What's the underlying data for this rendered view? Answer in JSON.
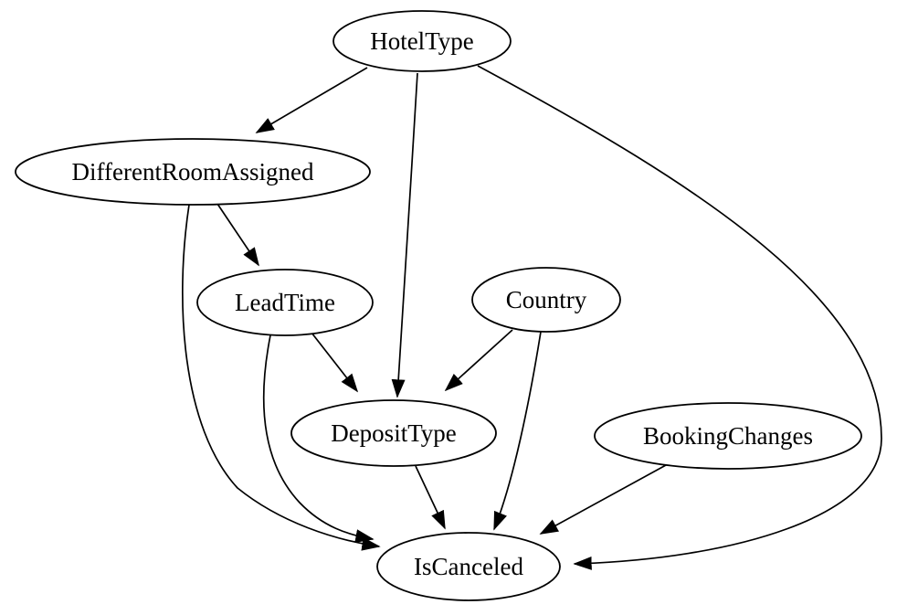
{
  "diagram": {
    "title": "hotel-booking-cancellation-causal-graph",
    "type": "directed-graph",
    "background_color": "#ffffff",
    "node_fill_color": "#ffffff",
    "node_stroke_color": "#000000",
    "edge_color": "#000000",
    "text_color": "#000000",
    "nodes": [
      {
        "id": "HotelType",
        "label": "HotelType"
      },
      {
        "id": "DifferentRoomAssigned",
        "label": "DifferentRoomAssigned"
      },
      {
        "id": "LeadTime",
        "label": "LeadTime"
      },
      {
        "id": "Country",
        "label": "Country"
      },
      {
        "id": "DepositType",
        "label": "DepositType"
      },
      {
        "id": "BookingChanges",
        "label": "BookingChanges"
      },
      {
        "id": "IsCanceled",
        "label": "IsCanceled"
      }
    ],
    "edges": [
      {
        "from": "HotelType",
        "to": "DifferentRoomAssigned"
      },
      {
        "from": "HotelType",
        "to": "DepositType"
      },
      {
        "from": "HotelType",
        "to": "IsCanceled"
      },
      {
        "from": "DifferentRoomAssigned",
        "to": "LeadTime"
      },
      {
        "from": "DifferentRoomAssigned",
        "to": "IsCanceled"
      },
      {
        "from": "LeadTime",
        "to": "DepositType"
      },
      {
        "from": "LeadTime",
        "to": "IsCanceled"
      },
      {
        "from": "Country",
        "to": "DepositType"
      },
      {
        "from": "Country",
        "to": "IsCanceled"
      },
      {
        "from": "DepositType",
        "to": "IsCanceled"
      },
      {
        "from": "BookingChanges",
        "to": "IsCanceled"
      }
    ]
  }
}
